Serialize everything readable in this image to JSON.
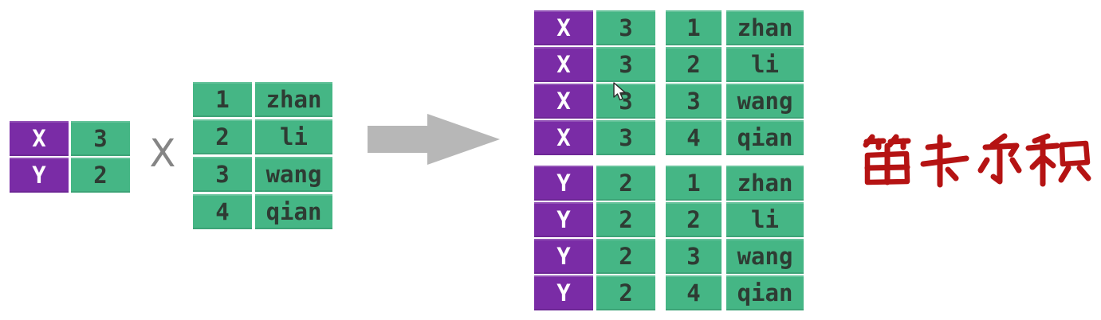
{
  "colors": {
    "purple": "#7a2ca6",
    "green": "#45b685",
    "cell_text": "#2e3b33",
    "key_text": "#ffffff",
    "operator_gray": "#858585",
    "arrow_gray": "#b7b7b7",
    "caption_red": "#b51313",
    "background": "#ffffff"
  },
  "operator": {
    "symbol": "X"
  },
  "left_table": {
    "rows": [
      {
        "key": "X",
        "value": "3"
      },
      {
        "key": "Y",
        "value": "2"
      }
    ]
  },
  "source_table": {
    "rows": [
      {
        "id": "1",
        "name": "zhan"
      },
      {
        "id": "2",
        "name": "li"
      },
      {
        "id": "3",
        "name": "wang"
      },
      {
        "id": "4",
        "name": "qian"
      }
    ]
  },
  "result": {
    "groups": [
      {
        "rows": [
          {
            "key": "X",
            "value": "3",
            "id": "1",
            "name": "zhan"
          },
          {
            "key": "X",
            "value": "3",
            "id": "2",
            "name": "li"
          },
          {
            "key": "X",
            "value": "3",
            "id": "3",
            "name": "wang"
          },
          {
            "key": "X",
            "value": "3",
            "id": "4",
            "name": "qian"
          }
        ]
      },
      {
        "rows": [
          {
            "key": "Y",
            "value": "2",
            "id": "1",
            "name": "zhan"
          },
          {
            "key": "Y",
            "value": "2",
            "id": "2",
            "name": "li"
          },
          {
            "key": "Y",
            "value": "2",
            "id": "3",
            "name": "wang"
          },
          {
            "key": "Y",
            "value": "2",
            "id": "4",
            "name": "qian"
          }
        ]
      }
    ]
  },
  "caption": {
    "text": "笛卡尔积"
  },
  "icons": {
    "arrow": "arrow-right",
    "cursor": "mouse-pointer"
  }
}
